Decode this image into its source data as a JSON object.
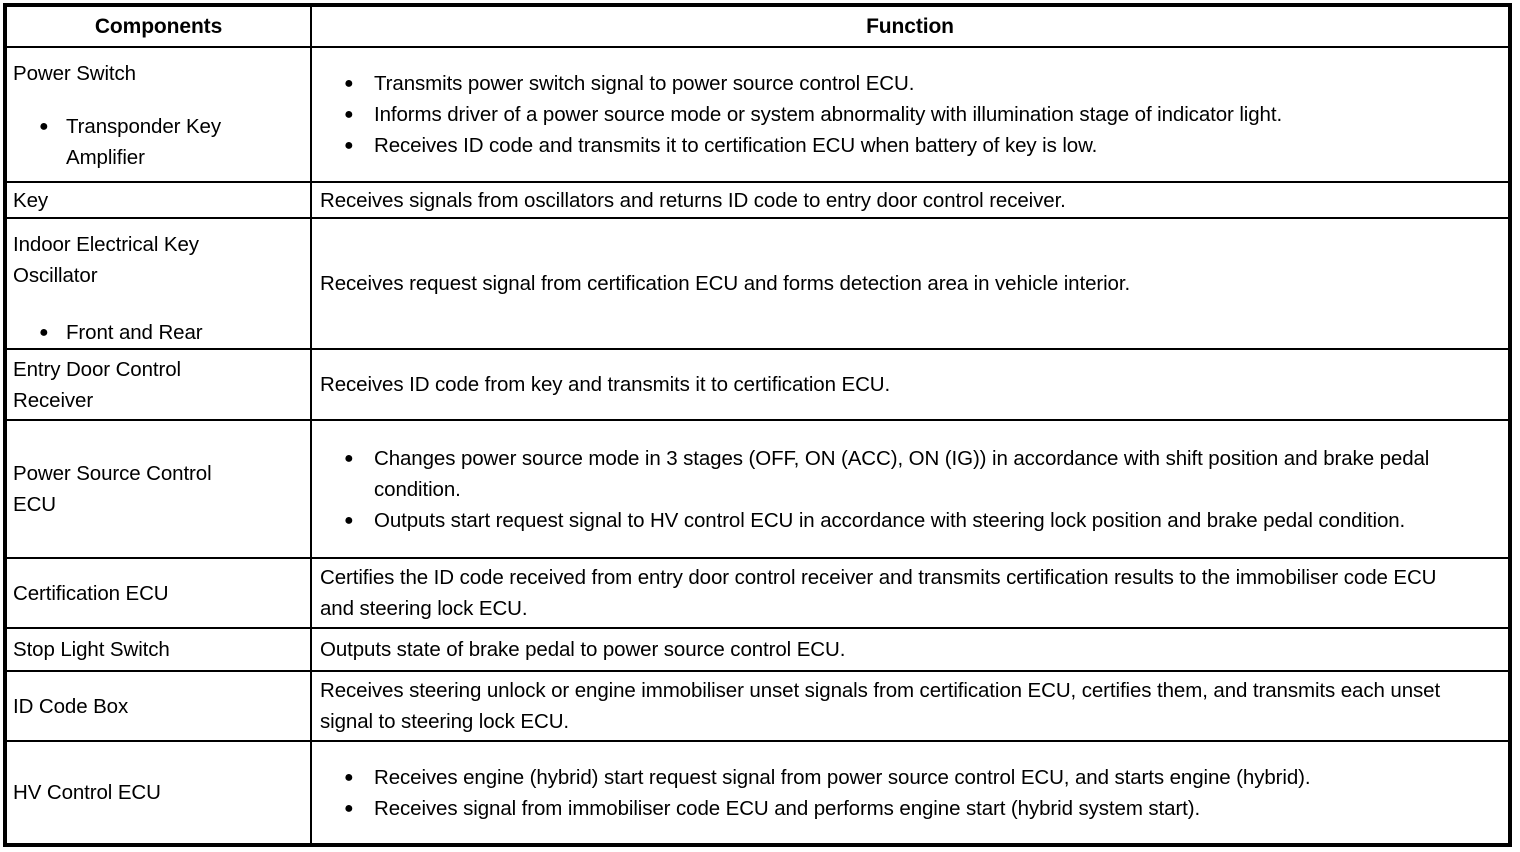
{
  "colors": {
    "border": "#000000",
    "background": "#ffffff",
    "text": "#000000"
  },
  "table": {
    "bullet_icon": "●",
    "columns": [
      "Components",
      "Function"
    ],
    "rows": [
      {
        "component": {
          "title": "Power Switch",
          "bullets": [
            "Transponder Key Amplifier"
          ]
        },
        "function": {
          "bullets": [
            "Transmits power switch signal to power source control ECU.",
            "Informs driver of a power source mode or system abnormality with illumination stage of indicator light.",
            "Receives ID code and transmits it to certification ECU when battery of key is low."
          ]
        }
      },
      {
        "component": {
          "title": "Key"
        },
        "function": {
          "text": "Receives signals from oscillators and returns ID code to entry door control receiver."
        }
      },
      {
        "component": {
          "title": "Indoor Electrical Key Oscillator",
          "bullets": [
            "Front and Rear"
          ]
        },
        "function": {
          "text": "Receives request signal from certification ECU and forms detection area in vehicle interior."
        }
      },
      {
        "component": {
          "title": "Entry Door Control Receiver"
        },
        "function": {
          "text": "Receives ID code from key and transmits it to certification ECU."
        }
      },
      {
        "component": {
          "title": "Power Source Control ECU"
        },
        "function": {
          "bullets": [
            "Changes power source mode in 3 stages (OFF, ON (ACC), ON (IG)) in accordance with shift position and brake pedal condition.",
            "Outputs start request signal to HV control ECU in accordance with steering lock position and brake pedal condition."
          ]
        }
      },
      {
        "component": {
          "title": "Certification ECU"
        },
        "function": {
          "text": "Certifies the ID code received from entry door control receiver and transmits certification results to the immobiliser code ECU and steering lock ECU."
        }
      },
      {
        "component": {
          "title": "Stop Light Switch"
        },
        "function": {
          "text": "Outputs state of brake pedal to power source control ECU."
        }
      },
      {
        "component": {
          "title": "ID Code Box"
        },
        "function": {
          "text": "Receives steering unlock or engine immobiliser unset signals from certification ECU, certifies them, and transmits each unset signal to steering lock ECU."
        }
      },
      {
        "component": {
          "title": "HV Control ECU"
        },
        "function": {
          "bullets": [
            "Receives engine (hybrid) start request signal from power source control ECU, and starts engine (hybrid).",
            "Receives signal from immobiliser code ECU and performs engine start (hybrid system start)."
          ]
        }
      }
    ]
  }
}
